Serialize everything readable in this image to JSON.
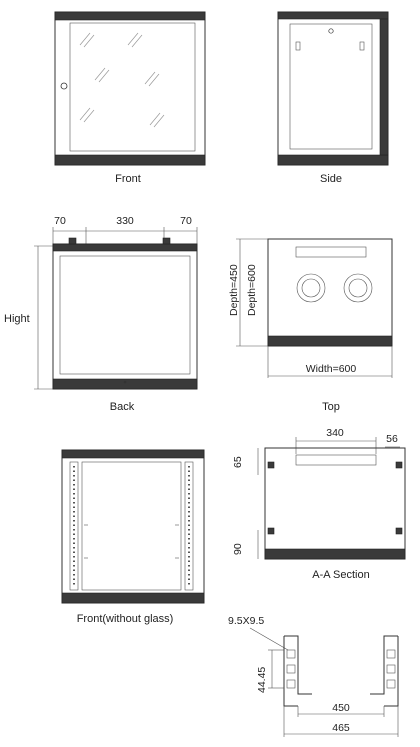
{
  "views": {
    "front": "Front",
    "side": "Side",
    "back": "Back",
    "top": "Top",
    "front_no_glass": "Front(without glass)",
    "section": "A-A  Section"
  },
  "dimensions": {
    "back_left": "70",
    "back_middle": "330",
    "back_right": "70",
    "height": "Hight",
    "depth_450": "Depth=450",
    "depth_600": "Depth=600",
    "width_600": "Width=600",
    "section_340": "340",
    "section_56": "56",
    "section_65": "65",
    "section_90": "90",
    "hole": "9.5X9.5",
    "pitch": "44.45",
    "rail_450": "450",
    "rail_465": "465"
  }
}
